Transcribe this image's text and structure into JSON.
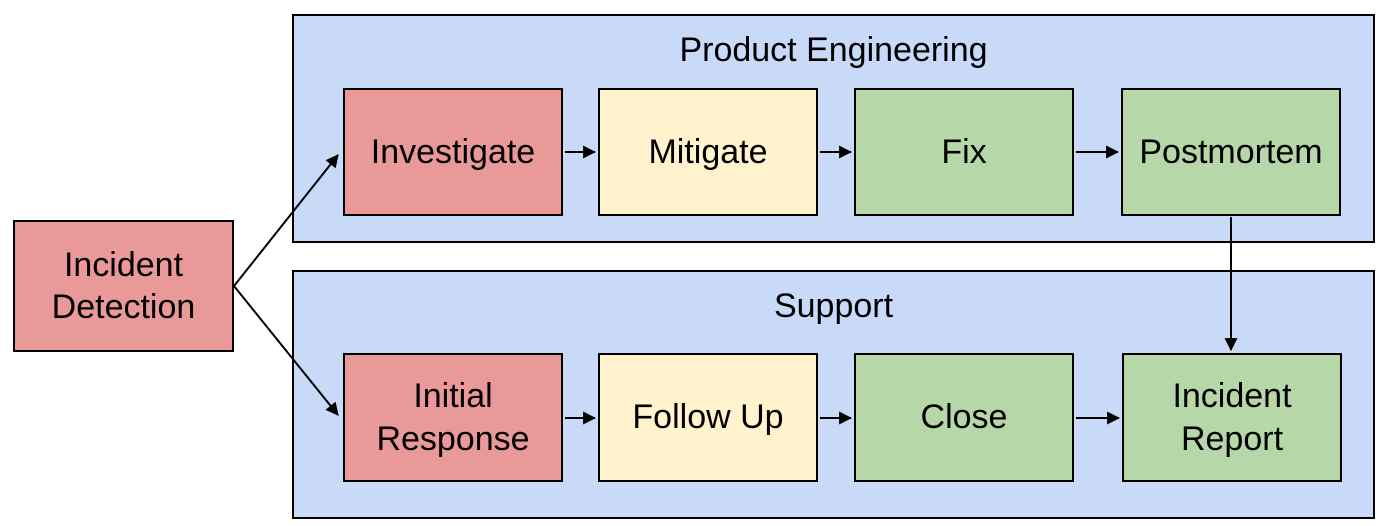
{
  "diagram": {
    "type": "flowchart",
    "colors": {
      "red": "#ea9999",
      "yellow": "#fff2cc",
      "green": "#b6d7a8",
      "lane_blue": "#c9daf8",
      "line": "#000000",
      "background": "#ffffff"
    },
    "start_node": {
      "label": "Incident Detection",
      "color": "red"
    },
    "lanes": [
      {
        "label": "Product Engineering",
        "nodes": [
          {
            "label": "Investigate",
            "color": "red"
          },
          {
            "label": "Mitigate",
            "color": "yellow"
          },
          {
            "label": "Fix",
            "color": "green"
          },
          {
            "label": "Postmortem",
            "color": "green"
          }
        ]
      },
      {
        "label": "Support",
        "nodes": [
          {
            "label": "Initial Response",
            "color": "red"
          },
          {
            "label": "Follow Up",
            "color": "yellow"
          },
          {
            "label": "Close",
            "color": "green"
          },
          {
            "label": "Incident Report",
            "color": "green"
          }
        ]
      }
    ],
    "edges": [
      {
        "from": "Incident Detection",
        "to": "Investigate"
      },
      {
        "from": "Incident Detection",
        "to": "Initial Response"
      },
      {
        "from": "Investigate",
        "to": "Mitigate"
      },
      {
        "from": "Mitigate",
        "to": "Fix"
      },
      {
        "from": "Fix",
        "to": "Postmortem"
      },
      {
        "from": "Postmortem",
        "to": "Incident Report"
      },
      {
        "from": "Initial Response",
        "to": "Follow Up"
      },
      {
        "from": "Follow Up",
        "to": "Close"
      },
      {
        "from": "Close",
        "to": "Incident Report"
      }
    ]
  }
}
